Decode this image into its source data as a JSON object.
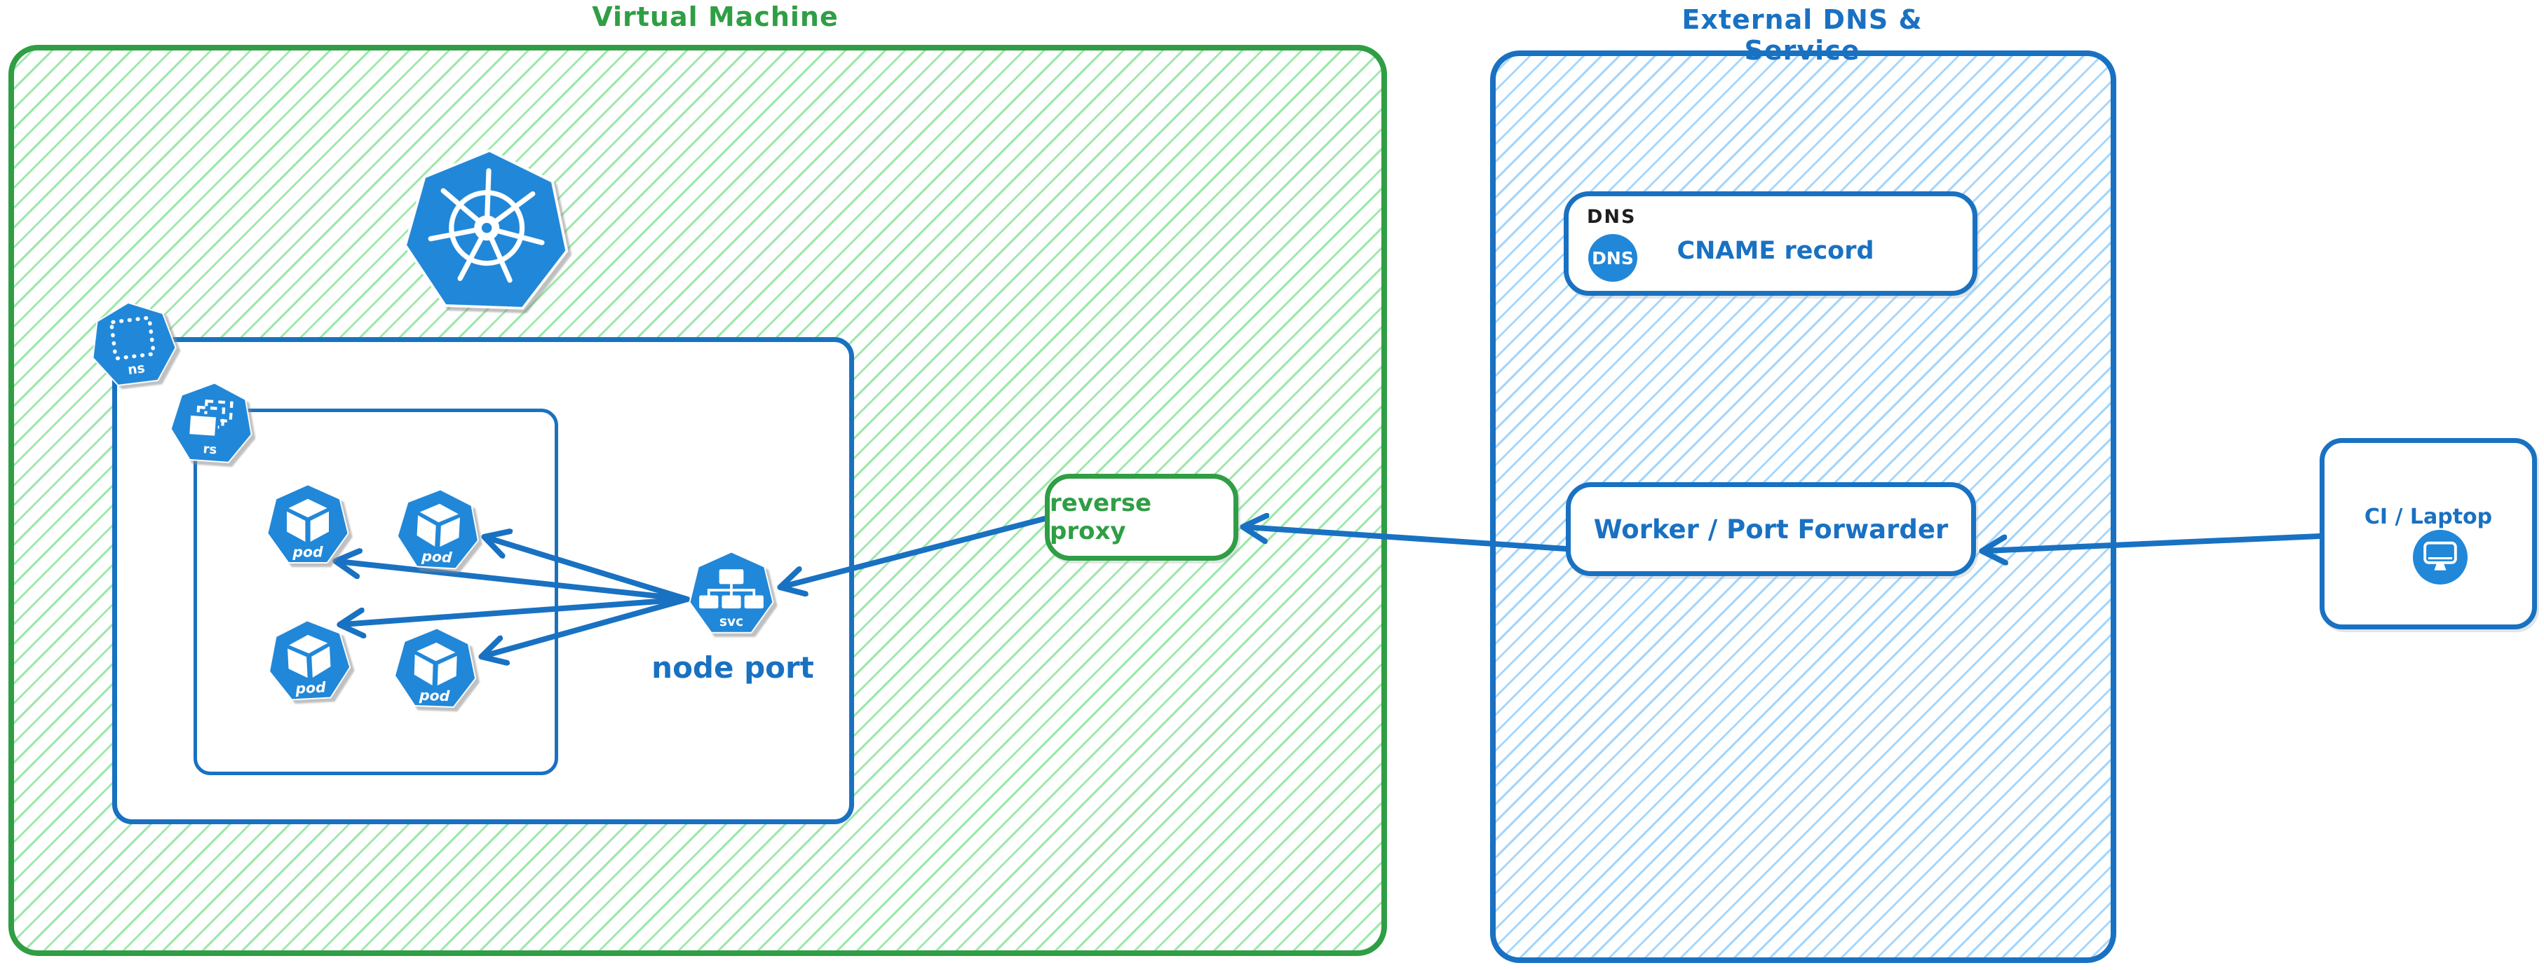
{
  "colors": {
    "green_accent": "#2f9e44",
    "green_hatch": "#69db7c",
    "blue_accent": "#1971c2",
    "blue_hatch": "#74c0fc",
    "icon_blue": "#2187d8",
    "label_black": "#1e1e1e"
  },
  "vm_section": {
    "title": "Virtual Machine",
    "namespace_icon_label": "ns",
    "replicaset_icon_label": "rs",
    "pods": [
      {
        "label": "pod"
      },
      {
        "label": "pod"
      },
      {
        "label": "pod"
      },
      {
        "label": "pod"
      }
    ],
    "service": {
      "icon_label": "svc",
      "caption": "node port"
    },
    "reverse_proxy": {
      "label": "reverse proxy"
    }
  },
  "external_section": {
    "title": "External DNS & Service",
    "dns_card": {
      "tag": "DNS",
      "icon_text": "DNS",
      "label": "CNAME record"
    },
    "worker": {
      "label": "Worker / Port Forwarder"
    }
  },
  "client": {
    "label": "CI / Laptop"
  },
  "connections": [
    {
      "from": "ci-laptop",
      "to": "worker-port-forwarder"
    },
    {
      "from": "worker-port-forwarder",
      "to": "reverse-proxy"
    },
    {
      "from": "reverse-proxy",
      "to": "node-port-service"
    },
    {
      "from": "node-port-service",
      "to": "pod-1"
    },
    {
      "from": "node-port-service",
      "to": "pod-2"
    },
    {
      "from": "node-port-service",
      "to": "pod-3"
    },
    {
      "from": "node-port-service",
      "to": "pod-4"
    }
  ]
}
